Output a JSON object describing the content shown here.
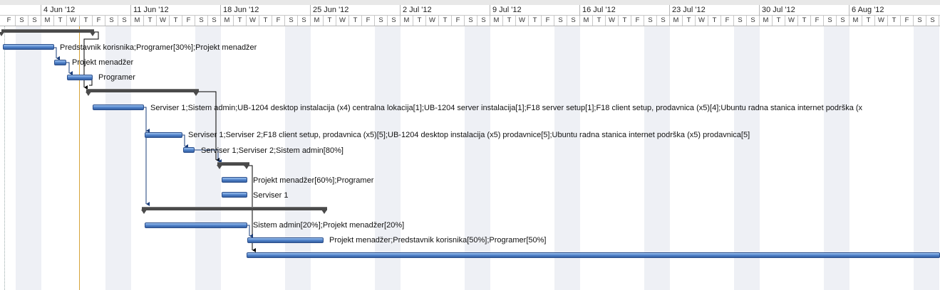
{
  "timescale": {
    "weeks": [
      {
        "label": "4 Jun '12"
      },
      {
        "label": "11 Jun '12"
      },
      {
        "label": "18 Jun '12"
      },
      {
        "label": "25 Jun '12"
      },
      {
        "label": "2 Jul '12"
      },
      {
        "label": "9 Jul '12"
      },
      {
        "label": "16 Jul '12"
      },
      {
        "label": "23 Jul '12"
      },
      {
        "label": "30 Jul '12"
      },
      {
        "label": "6 Aug '12"
      }
    ],
    "day_letters": [
      "F",
      "S",
      "S",
      "M",
      "T",
      "W",
      "T",
      "F",
      "S",
      "S",
      "M",
      "T",
      "W",
      "T",
      "F",
      "S",
      "S",
      "M",
      "T",
      "W",
      "T",
      "F",
      "S",
      "S",
      "M",
      "T",
      "W",
      "T",
      "F",
      "S",
      "S",
      "M",
      "T",
      "W",
      "T",
      "F",
      "S",
      "S",
      "M",
      "T",
      "W",
      "T",
      "F",
      "S",
      "S",
      "M",
      "T",
      "W",
      "T",
      "F",
      "S",
      "S",
      "M",
      "T",
      "W",
      "T",
      "F",
      "S",
      "S",
      "M",
      "T",
      "W",
      "T",
      "F",
      "S",
      "S",
      "M",
      "T",
      "W",
      "T",
      "F",
      "S",
      "S"
    ]
  },
  "bar_labels": {
    "r1": "Predstavnik korisnika;Programer[30%];Projekt menadžer",
    "r2": "Projekt menadžer",
    "r3": "Programer",
    "r5": "Serviser 1;Sistem admin;UB-1204 desktop instalacija (x4) centralna lokacija[1];UB-1204 server instalacija[1];F18 server setup[1];F18 client setup, prodavnica (x5)[4];Ubuntu radna stanica internet podrška (x",
    "r6": "Serviser 1;Serviser 2;F18 client setup, prodavnica (x5)[5];UB-1204 desktop instalacija (x5) prodavnice[5];Ubuntu radna stanica internet podrška (x5) prodavnica[5]",
    "r7": "Serviser 1;Serviser 2;Sistem admin[80%]",
    "r9": "Projekt menadžer[60%];Programer",
    "r10": "Serviser 1",
    "r12": "Sistem admin[20%];Projekt menadžer[20%]",
    "r13": "Projekt menadžer;Predstavnik korisnika[50%];Programer[50%]"
  },
  "colors": {
    "task_bar": "#4d7fc8",
    "summary_bar": "#4a4a4a",
    "today_line": "#d6a33a",
    "weekend_shading": "#eef0f5"
  }
}
